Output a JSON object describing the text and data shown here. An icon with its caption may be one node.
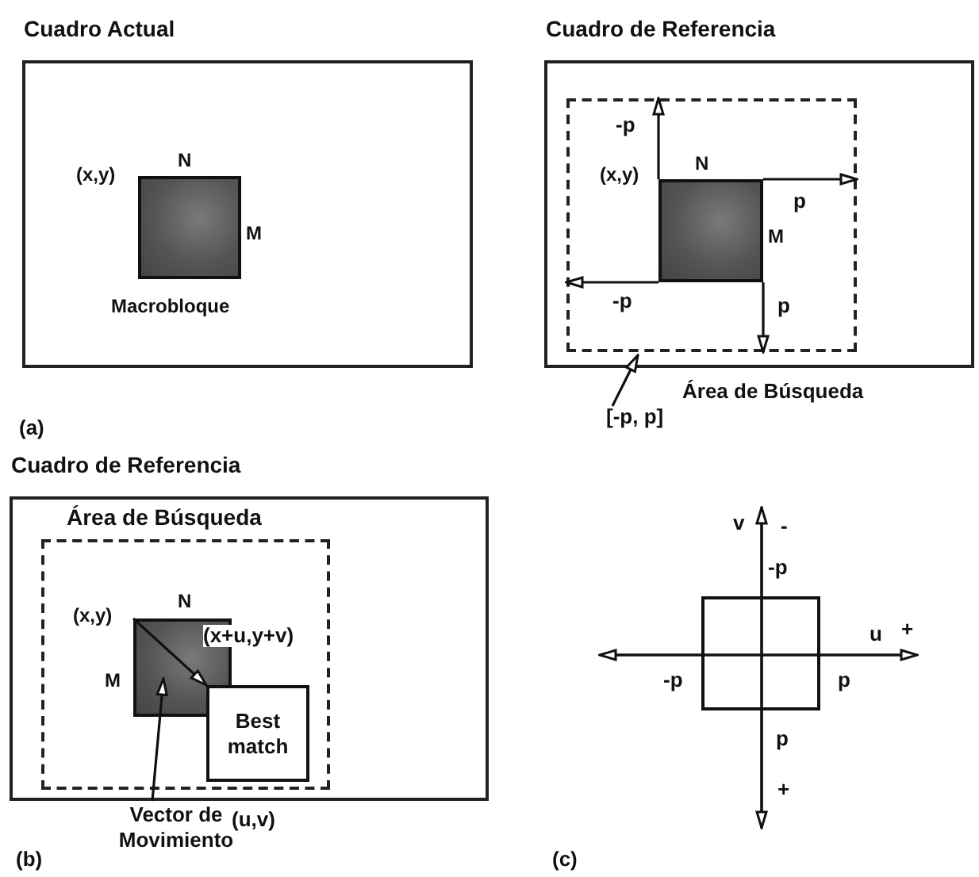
{
  "diagram": {
    "nodes": [
      {
        "text": [
          "Cuadro Actual"
        ]
      },
      {
        "text": [],
        "shape": "box",
        "in": 0,
        "beside": [
          "(x,y)",
          "N",
          "M",
          "Macrobloque"
        ]
      },
      {
        "text": [
          "Cuadro de Referencia"
        ]
      },
      {
        "text": [],
        "shape": "box",
        "in": 2
      },
      {
        "text": [],
        "shape": "box",
        "in": 3,
        "beside": [
          "(x,y)",
          "N",
          "M"
        ]
      },
      {
        "text": [
          "Área de Búsqueda",
          "[-p, p]"
        ]
      },
      {
        "text": [
          "Cuadro de Referencia"
        ]
      },
      {
        "text": [
          "Área de Búsqueda"
        ],
        "in": 6
      },
      {
        "text": [],
        "shape": "box",
        "in": 7,
        "beside": [
          "(x,y)",
          "N",
          "M"
        ]
      },
      {
        "text": [
          "Best match"
        ],
        "in": 7
      },
      {
        "text": [
          "Vector de Movimiento"
        ],
        "beside": [
          "(u,v)"
        ]
      },
      {
        "text": [],
        "shape": "box"
      }
    ],
    "edges": [
      {
        "from": 4,
        "to": 3,
        "arrow": "to",
        "label": "-p"
      },
      {
        "from": 4,
        "to": 3,
        "arrow": "to",
        "label": "p"
      },
      {
        "from": 4,
        "to": 3,
        "arrow": "to",
        "label": "-p"
      },
      {
        "from": 4,
        "to": 3,
        "arrow": "to",
        "label": "p"
      },
      {
        "from": 5,
        "to": 3,
        "arrow": "to"
      },
      {
        "from": 8,
        "to": 9,
        "arrow": "to",
        "label": "(x+u,y+v)"
      },
      {
        "from": 10,
        "to": 8,
        "arrow": "to"
      }
    ],
    "labels": [
      "(a)",
      "v",
      "-",
      "-p",
      "u",
      "+",
      "-p",
      "p",
      "p",
      "+",
      "(b)",
      "(c)"
    ]
  }
}
